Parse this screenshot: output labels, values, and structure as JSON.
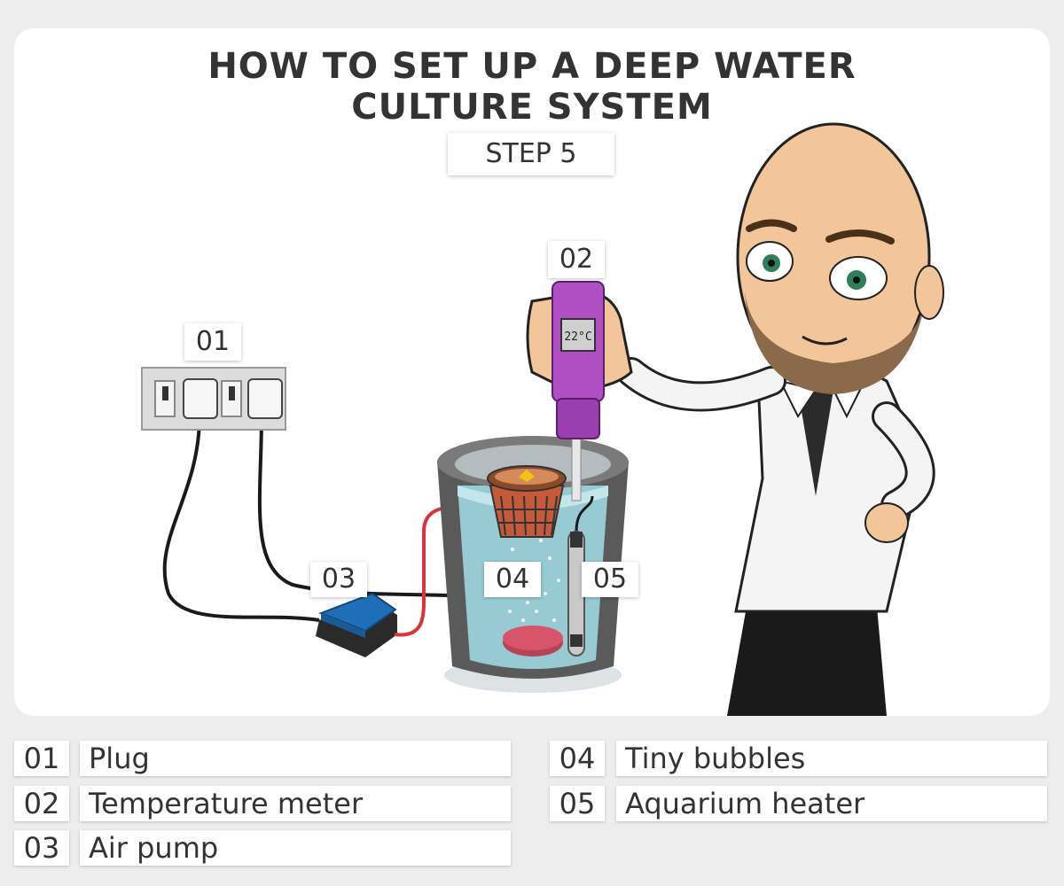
{
  "title": {
    "line1": "HOW TO SET UP A DEEP WATER",
    "line2": "CULTURE SYSTEM"
  },
  "step_label": "STEP 5",
  "callouts": {
    "plug": "01",
    "temperature_meter": "02",
    "air_pump": "03",
    "tiny_bubbles": "04",
    "aquarium_heater": "05"
  },
  "meter_display": "22°C",
  "legend": [
    {
      "num": "01",
      "label": "Plug"
    },
    {
      "num": "02",
      "label": "Temperature meter"
    },
    {
      "num": "03",
      "label": "Air pump"
    },
    {
      "num": "04",
      "label": "Tiny bubbles"
    },
    {
      "num": "05",
      "label": "Aquarium heater"
    }
  ],
  "colors": {
    "background": "#ededed",
    "card": "#ffffff",
    "text": "#333333",
    "water": "#9fd6e0",
    "bucket": "#5a5a5a",
    "meter": "#b04fc4",
    "pump": "#1f6fb8",
    "airstone": "#d8546a",
    "tubing": "#d8343a"
  }
}
